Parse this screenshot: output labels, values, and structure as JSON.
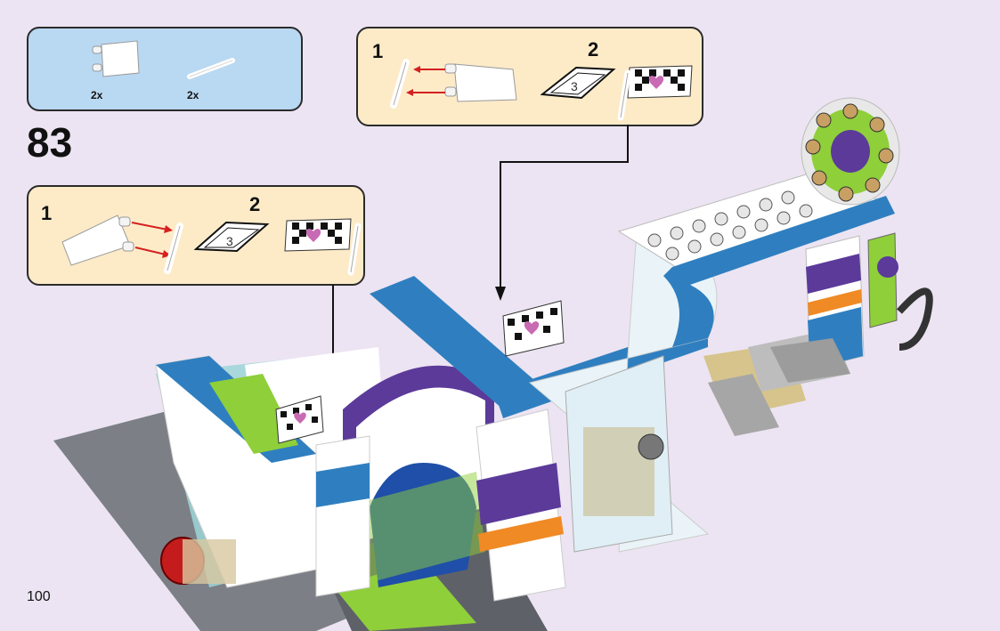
{
  "page": {
    "number": "100"
  },
  "step": {
    "number": "83"
  },
  "parts": [
    {
      "name": "flag-tile-part",
      "qty": "2x"
    },
    {
      "name": "bar-part",
      "qty": "2x"
    }
  ],
  "subassembly_right": {
    "step1": "1",
    "step2": "2",
    "sticker": "3"
  },
  "subassembly_left": {
    "step1": "1",
    "step2": "2",
    "sticker": "3"
  },
  "colors": {
    "page_bg": "#ece4f2",
    "parts_box": "#b9d8f2",
    "sub_box": "#fdebc8",
    "arrow_red": "#d42020",
    "brick_blue": "#2f7fc0",
    "brick_lime": "#8fcf3a",
    "brick_purple": "#5b3a9a",
    "brick_orange": "#f08a24"
  }
}
